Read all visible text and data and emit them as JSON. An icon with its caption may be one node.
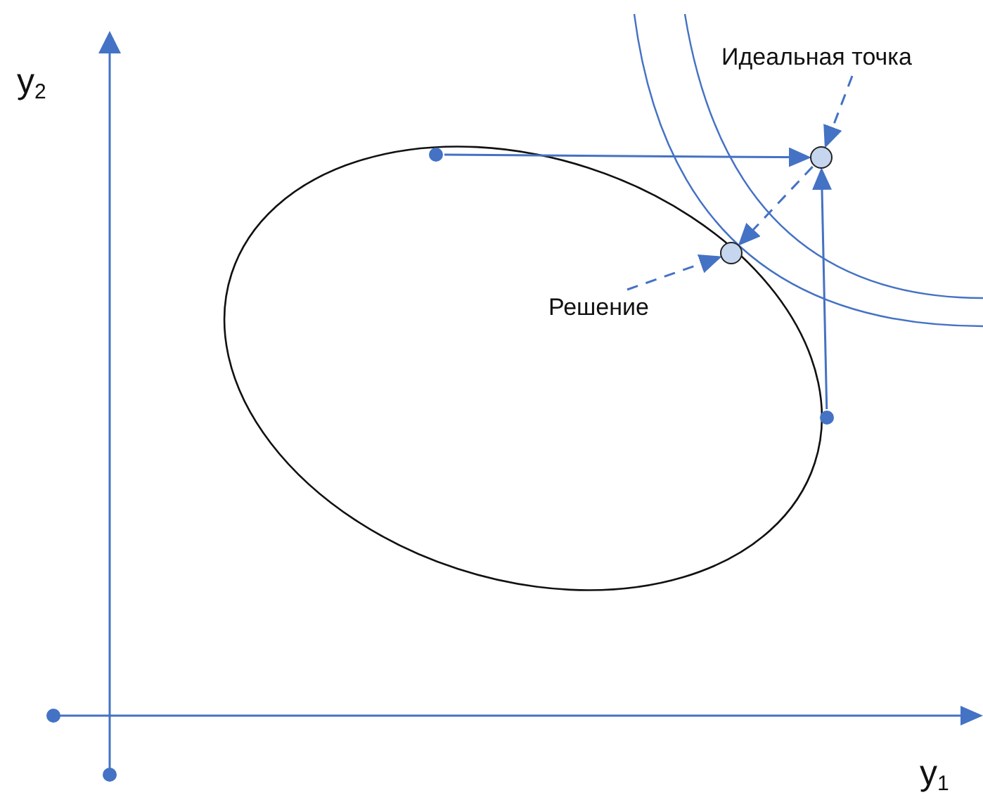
{
  "diagram": {
    "nodes": [
      {
        "text": [
          "Идеальная точка"
        ]
      },
      {
        "text": [],
        "shape": "circle"
      },
      {
        "text": [
          "Решение"
        ]
      },
      {
        "text": [],
        "shape": "circle"
      },
      {
        "text": [],
        "shape": "circle"
      },
      {
        "text": [],
        "shape": "circle"
      }
    ],
    "edges": [
      {
        "from": 4,
        "to": 1,
        "arrow": "to"
      },
      {
        "from": 5,
        "to": 1,
        "arrow": "to"
      },
      {
        "from": 1,
        "to": 3,
        "arrow": "to",
        "style": "dashed"
      },
      {
        "from": 0,
        "to": 1,
        "arrow": "to",
        "style": "dashed"
      },
      {
        "from": 2,
        "to": 3,
        "arrow": "to",
        "style": "dashed"
      }
    ],
    "labels": [
      "y$_{2}$",
      "y$_{1}$"
    ]
  }
}
